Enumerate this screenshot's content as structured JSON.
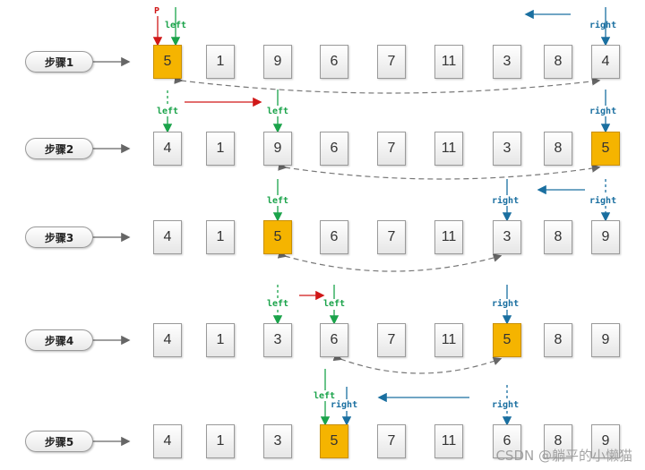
{
  "steps": [
    {
      "label": "步骤1",
      "values": [
        "5",
        "1",
        "9",
        "6",
        "7",
        "11",
        "3",
        "8",
        "4"
      ],
      "pivot_index": 0
    },
    {
      "label": "步骤2",
      "values": [
        "4",
        "1",
        "9",
        "6",
        "7",
        "11",
        "3",
        "8",
        "5"
      ],
      "pivot_index": 8
    },
    {
      "label": "步骤3",
      "values": [
        "4",
        "1",
        "5",
        "6",
        "7",
        "11",
        "3",
        "8",
        "9"
      ],
      "pivot_index": 2
    },
    {
      "label": "步骤4",
      "values": [
        "4",
        "1",
        "3",
        "6",
        "7",
        "11",
        "5",
        "8",
        "9"
      ],
      "pivot_index": 6
    },
    {
      "label": "步骤5",
      "values": [
        "4",
        "1",
        "3",
        "5",
        "7",
        "11",
        "6",
        "8",
        "9"
      ],
      "pivot_index": 3
    }
  ],
  "pointer_labels": {
    "p": "P",
    "left": "left",
    "right": "right"
  },
  "colors": {
    "pivot": "#f5b400",
    "left": "#1aa34a",
    "right": "#1a6fa0",
    "p": "#d01818",
    "swap": "#777777"
  },
  "watermark": "CSDN @躺平的小懒猫"
}
